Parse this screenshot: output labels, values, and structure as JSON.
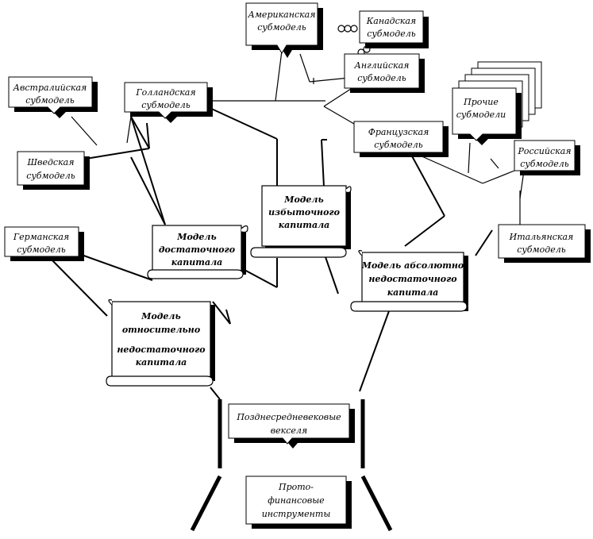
{
  "submodels": {
    "american": [
      "Американская",
      "субмодель"
    ],
    "canadian": [
      "Канадская",
      "субмодель"
    ],
    "english": [
      "Английская",
      "субмодель"
    ],
    "australian": [
      "Австралийская",
      "субмодель"
    ],
    "dutch": [
      "Голландская",
      "субмодель"
    ],
    "swedish": [
      "Шведская",
      "субмодель"
    ],
    "other": [
      "Прочие",
      "субмодели"
    ],
    "french": [
      "Французская",
      "субмодель"
    ],
    "russian": [
      "Российская",
      "субмодель"
    ],
    "german": [
      "Германская",
      "субмодель"
    ],
    "italian": [
      "Итальянская",
      "субмодель"
    ]
  },
  "models": {
    "excess": [
      "Модель",
      "избыточного",
      "капитала"
    ],
    "sufficient": [
      "Модель",
      "достаточного",
      "капитала"
    ],
    "absolute": [
      "Модель абсолютно",
      "недостаточного",
      "капитала"
    ],
    "relative": [
      "Модель",
      "относительно",
      "недостаточного",
      "капитала"
    ]
  },
  "roots": {
    "bills": [
      "Позднесредневековые",
      "векселя"
    ],
    "proto": [
      "Прото-",
      "финансовые",
      "инструменты"
    ]
  }
}
